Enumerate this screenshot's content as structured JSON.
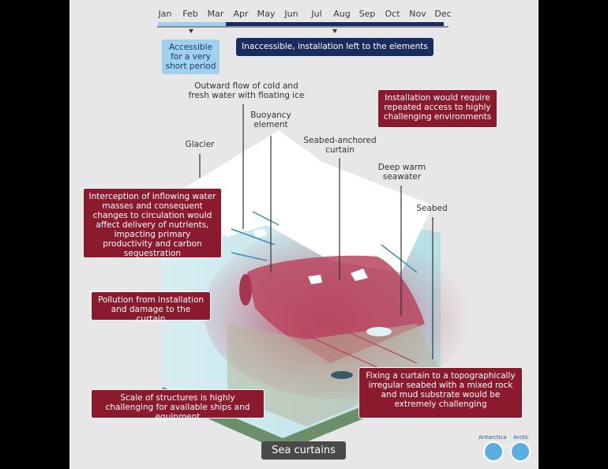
{
  "timeline": {
    "months": [
      "Jan",
      "Feb",
      "Mar",
      "Apr",
      "May",
      "Jun",
      "Jul",
      "Aug",
      "Sep",
      "Oct",
      "Nov",
      "Dec"
    ],
    "accessible_label": "Accessible for a very short period",
    "inaccessible_label": "Inaccessible, installation left to the elements",
    "colors": {
      "accessible": "#9fd0ef",
      "inaccessible": "#1a2b5e"
    }
  },
  "labels": {
    "outward_flow": "Outward flow of cold and fresh water with floating ice",
    "buoyancy": "Buoyancy element",
    "glacier": "Glacier",
    "curtain": "Seabed-anchored curtain",
    "deep_warm": "Deep warm seawater",
    "seabed": "Seabed"
  },
  "callouts": {
    "access": "Installation would require repeated access to highly challenging environments",
    "interception": "Interception of inflowing water masses and consequent changes to circulation would affect delivery of nutrients, impacting primary productivity and carbon sequestration",
    "pollution": "Pollution from installation and damage to the curtain",
    "scale": "Scale of structures is highly challenging for available ships and equipment",
    "fixing": "Fixing a curtain to a topographically irregular seabed with a mixed rock and mud substrate would be extremely challenging",
    "color": "#8b1a2f"
  },
  "footer": {
    "title": "Sea curtains",
    "badges": {
      "antarctica": "Antarctica",
      "arctic": "Arctic"
    }
  }
}
